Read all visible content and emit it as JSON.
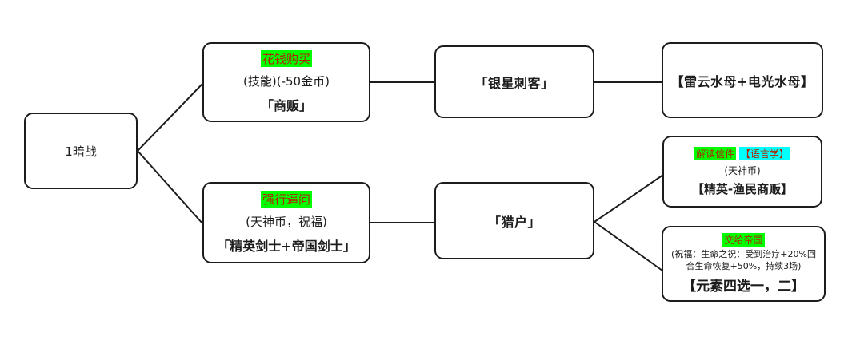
{
  "colors": {
    "highlight_green": "#00ff00",
    "highlight_cyan": "#00ffff",
    "highlight_text_red": "#b22200",
    "line": "#1c1c1c"
  },
  "nodes": {
    "root": {
      "label": "1暗战"
    },
    "buy": {
      "action": "花钱购买",
      "detail": "(技能)(-50金币)",
      "result": "「商贩」"
    },
    "silver_assassin": {
      "label": "「银星刺客」"
    },
    "jellyfish": {
      "label": "【雷云水母+电光水母】"
    },
    "interrogate": {
      "action": "强行逼问",
      "detail": "(天神币，祝福)",
      "result": "「精英剑士+帝国剑士」"
    },
    "hunter": {
      "label": "「猎户」"
    },
    "read_letter": {
      "action": "解读信件",
      "requirement": "【语言学】",
      "detail": "(天神币)",
      "result": "【精英-渔民商贩】"
    },
    "give_empire": {
      "action": "交给帝国",
      "detail": "(祝福：生命之祝：受到治疗+20%回合生命恢复+50%，持续3场)",
      "result": "【元素四选一，二】"
    }
  }
}
